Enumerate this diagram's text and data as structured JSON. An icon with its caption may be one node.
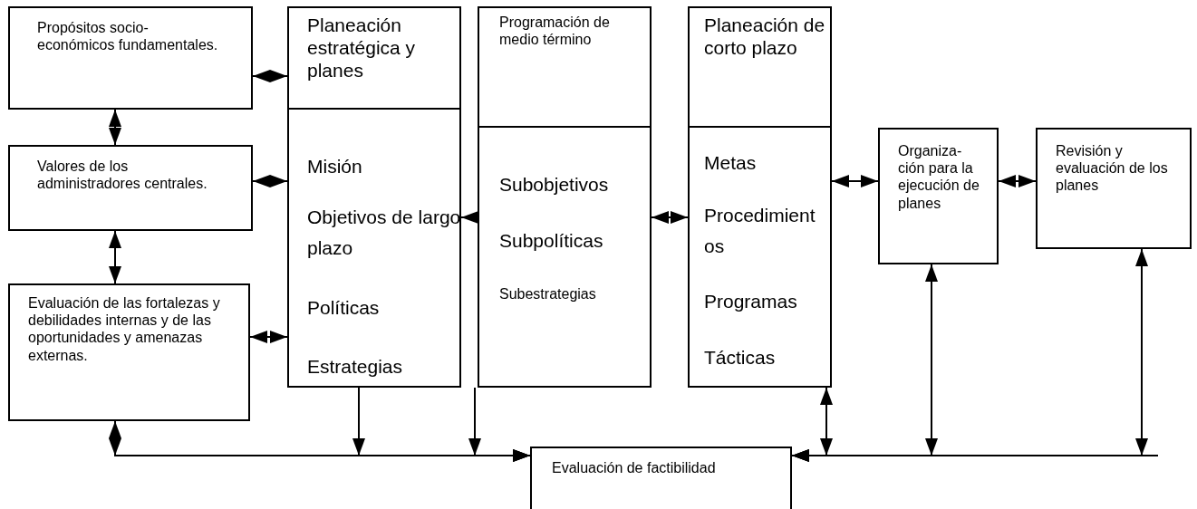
{
  "diagram": {
    "nodes": [
      {
        "text": [
          "Propósitos socio- económicos fundamentales."
        ]
      },
      {
        "text": [
          "Valores de los administradores centrales."
        ]
      },
      {
        "text": [
          "Evaluación de las fortalezas y debilidades internas y de las oportunidades y amenazas externas."
        ]
      },
      {
        "text": [
          "Planeación estratégica y planes",
          "Misión",
          "Objetivos de largo plazo",
          "Políticas",
          "Estrategias"
        ]
      },
      {
        "text": [
          "Programación de medio término",
          "Subobjetivos",
          "Subpolíticas",
          "Subestrategias"
        ]
      },
      {
        "text": [
          "Planeación de corto plazo",
          "Metas",
          "Procedimientos",
          "Programas",
          "Tácticas"
        ]
      },
      {
        "text": [
          "Organiza- ción para la ejecución de planes"
        ]
      },
      {
        "text": [
          "Revisión y evaluación de los planes"
        ]
      },
      {
        "text": [
          "Evaluación de factibilidad"
        ]
      }
    ],
    "edges": [
      {
        "from": 0,
        "to": 3,
        "arrow": "both"
      },
      {
        "from": 0,
        "to": 1,
        "arrow": "both"
      },
      {
        "from": 1,
        "to": 3,
        "arrow": "both"
      },
      {
        "from": 1,
        "to": 2,
        "arrow": "both"
      },
      {
        "from": 2,
        "to": 3,
        "arrow": "both"
      },
      {
        "from": 2,
        "to": 8,
        "arrow": "both"
      },
      {
        "from": 3,
        "to": 8,
        "arrow": "to"
      },
      {
        "from": 4,
        "to": 3,
        "arrow": "to"
      },
      {
        "from": 4,
        "to": 8,
        "arrow": "to"
      },
      {
        "from": 4,
        "to": 5,
        "arrow": "both"
      },
      {
        "from": 5,
        "to": 6,
        "arrow": "both"
      },
      {
        "from": 6,
        "to": 7,
        "arrow": "both"
      },
      {
        "from": 5,
        "to": 8,
        "arrow": "both"
      },
      {
        "from": 6,
        "to": 8,
        "arrow": "both"
      },
      {
        "from": 7,
        "to": 8,
        "arrow": "both"
      }
    ]
  }
}
